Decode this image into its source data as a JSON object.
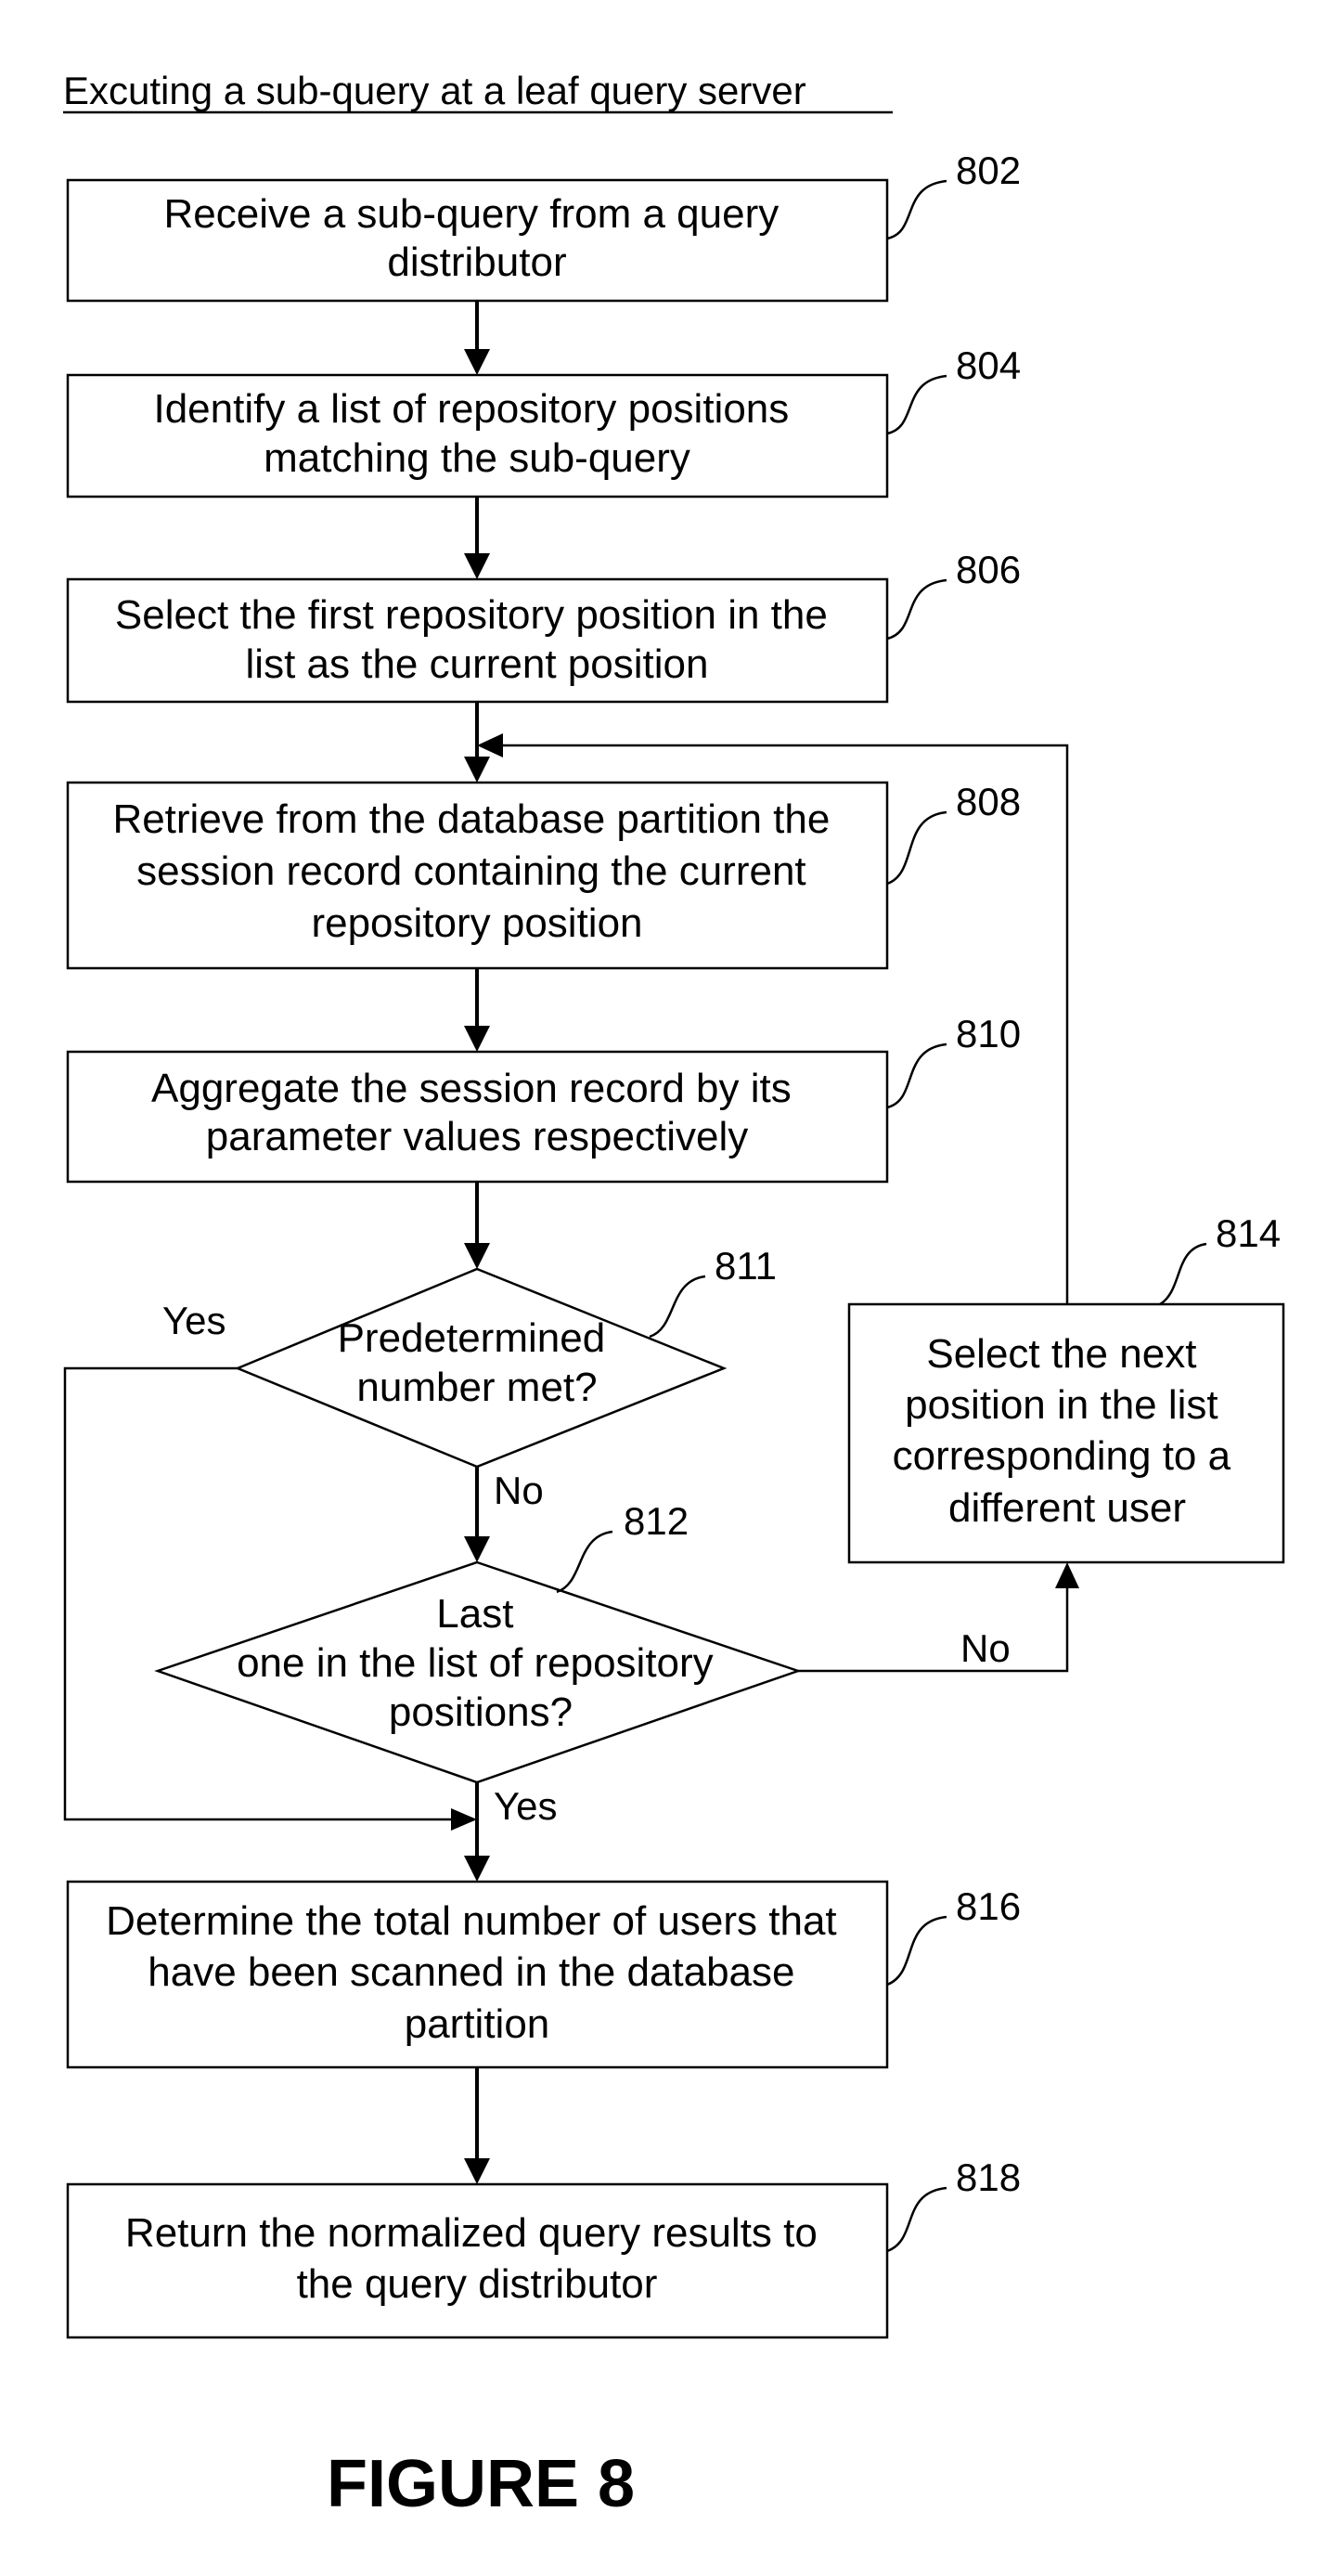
{
  "title": "Excuting a sub-query at a leaf query server",
  "figure_label": "FIGURE 8",
  "steps": {
    "s802": {
      "ref": "802",
      "lines": [
        "Receive a sub-query from a query",
        "distributor"
      ]
    },
    "s804": {
      "ref": "804",
      "lines": [
        "Identify a list of repository positions",
        "matching the sub-query"
      ]
    },
    "s806": {
      "ref": "806",
      "lines": [
        "Select the first repository position in the",
        "list as the current position"
      ]
    },
    "s808": {
      "ref": "808",
      "lines": [
        "Retrieve from the database partition the",
        "session record containing the current",
        "repository position"
      ]
    },
    "s810": {
      "ref": "810",
      "lines": [
        "Aggregate the session record by its",
        "parameter values respectively"
      ]
    },
    "s814": {
      "ref": "814",
      "lines": [
        "Select the next",
        "position in the list",
        "corresponding to a",
        "different user"
      ]
    },
    "s816": {
      "ref": "816",
      "lines": [
        "Determine the total number of users that",
        "have been scanned in the database",
        "partition"
      ]
    },
    "s818": {
      "ref": "818",
      "lines": [
        "Return the normalized query results to",
        "the query distributor"
      ]
    }
  },
  "decisions": {
    "d811": {
      "ref": "811",
      "lines": [
        "Predetermined",
        "number met?"
      ],
      "yes_label": "Yes",
      "no_label": "No"
    },
    "d812": {
      "ref": "812",
      "lines": [
        "Last",
        "one in the list of repository",
        "positions?"
      ],
      "yes_label": "Yes",
      "no_label": "No"
    }
  }
}
